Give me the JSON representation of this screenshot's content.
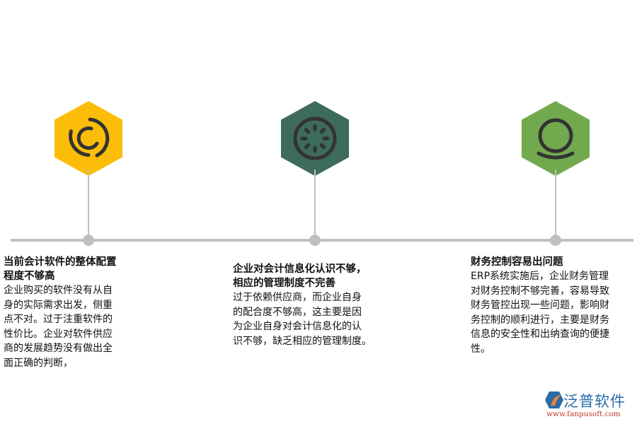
{
  "timeline": {
    "line_color": "#c0c0c0",
    "items": [
      {
        "icon": "ring-arcs-icon",
        "color": "#fbbd08",
        "title": "当前会计软件的整体配置程度不够高",
        "title_lines": [
          "当前会计软件的整体配置",
          "程度不够高"
        ],
        "body_lines": [
          "企业购买的软件没有从自",
          "身的实际需求出发，侧重",
          "点不对。过于注重软件的",
          "性价比。企业对软件供应",
          "商的发展趋势没有做出全",
          "面正确的判断，"
        ]
      },
      {
        "icon": "loading-spinner-icon",
        "color": "#3d6b5e",
        "title": "企业对会计信息化认识不够，相应的管理制度不完善",
        "title_lines": [
          "企业对会计信息化认识不够，",
          "相应的管理制度不完善"
        ],
        "body_lines": [
          "过于依赖供应商，而企业自身",
          "的配合度不够高，这主要是因",
          "为企业自身对会计信息化的认",
          "识不够，缺乏相应的管理制度。"
        ]
      },
      {
        "icon": "circle-base-icon",
        "color": "#72a94f",
        "title": "财务控制容易出问题",
        "title_lines": [
          "财务控制容易出问题"
        ],
        "body_lines": [
          "ERP系统实施后，企业财务管理",
          "对财务控制不够完善，容易导致",
          "财务管控出现一些问题，影响财",
          "务控制的顺利进行，主要是财务",
          "信息的安全性和出纳查询的便捷",
          "性。"
        ]
      }
    ]
  },
  "logo": {
    "brand": "泛普软件",
    "url": "www.fanpusoft.com"
  }
}
